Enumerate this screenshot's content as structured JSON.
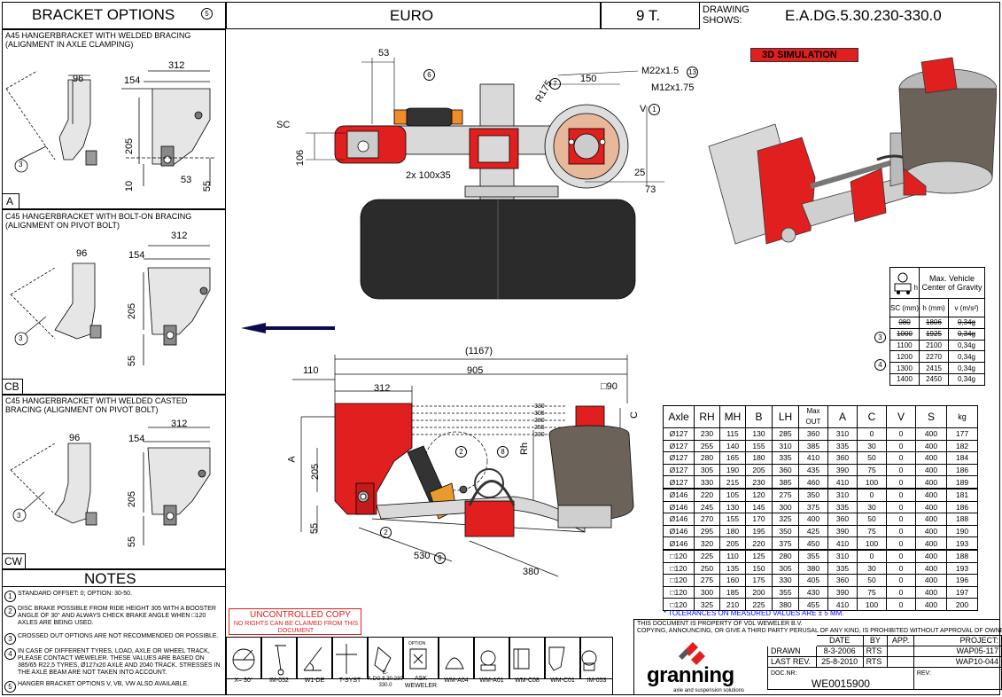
{
  "header": {
    "bracket_options": "BRACKET OPTIONS",
    "bracket_note_ref": "5",
    "region": "EURO",
    "load": "9 T.",
    "drawing_shows_label": "DRAWING SHOWS:",
    "drawing_number": "E.A.DG.5.30.230-330.0"
  },
  "brackets": [
    {
      "title": "A45 HANGERBRACKET WITH WELDED BRACING (ALIGNMENT IN AXLE CLAMPING)",
      "code": "A",
      "dims": [
        "96",
        "312",
        "154",
        "205",
        "10",
        "53",
        "55"
      ],
      "callout": "3"
    },
    {
      "title": "C45 HANGERBRACKET WITH BOLT-ON BRACING (ALIGNMENT ON PIVOT BOLT)",
      "code": "CB",
      "dims": [
        "96",
        "312",
        "154",
        "205",
        "55"
      ],
      "callout": "3"
    },
    {
      "title": "C45 HANGERBRACKET WITH WELDED CASTED BRACING (ALIGNMENT ON PIVOT BOLT)",
      "code": "CW",
      "dims": [
        "96",
        "312",
        "154",
        "205",
        "55"
      ],
      "callout": "3"
    }
  ],
  "top_view": {
    "dim_53": "53",
    "callout_6": "6",
    "sc": "SC",
    "dim_106": "106",
    "beam": "2x 100x35",
    "r175": "R175",
    "callout_7": "7",
    "dim_150": "150",
    "m22": "M22x1.5",
    "callout_13": "13",
    "m12": "M12x1.75",
    "v": "V",
    "callout_1": "1",
    "dim_25": "25",
    "dim_73": "73"
  },
  "sim_label": "3D SIMULATION",
  "vehicle_cog": {
    "title": "Max. Vehicle Center of Gravity",
    "h_label": "h",
    "headers": [
      "SC (mm)",
      "h (mm)",
      "v (m/s²)"
    ],
    "rows": [
      [
        "080",
        "1806",
        "0,34g"
      ],
      [
        "1000",
        "1925",
        "0,34g"
      ],
      [
        "1100",
        "2100",
        "0,34g"
      ],
      [
        "1200",
        "2270",
        "0,34g"
      ],
      [
        "1300",
        "2415",
        "0,34g"
      ],
      [
        "1400",
        "2450",
        "0,34g"
      ]
    ],
    "callout_3": "3",
    "callout_4": "4"
  },
  "side_view": {
    "dim_1167": "(1167)",
    "dim_110": "110",
    "dim_905": "905",
    "dim_312": "312",
    "dim_90": "90",
    "heights": [
      "330",
      "305",
      "280",
      "255",
      "230"
    ],
    "c": "C",
    "a": "A",
    "rh": "Rh",
    "dim_205": "205",
    "dim_55": "55",
    "callout_2": "2",
    "callout_8": "8",
    "callout_2b": "2",
    "dim_530": "530",
    "callout_9": "9",
    "dim_380": "380"
  },
  "spec_table": {
    "headers": [
      "Axle",
      "RH",
      "MH",
      "B",
      "LH",
      "Max OUT",
      "A",
      "C",
      "V",
      "S",
      "kg"
    ],
    "rows": [
      [
        "Ø127",
        "230",
        "115",
        "130",
        "285",
        "360",
        "310",
        "0",
        "0",
        "400",
        "177"
      ],
      [
        "Ø127",
        "255",
        "140",
        "155",
        "310",
        "385",
        "335",
        "30",
        "0",
        "400",
        "182"
      ],
      [
        "Ø127",
        "280",
        "165",
        "180",
        "335",
        "410",
        "360",
        "50",
        "0",
        "400",
        "184"
      ],
      [
        "Ø127",
        "305",
        "190",
        "205",
        "360",
        "435",
        "390",
        "75",
        "0",
        "400",
        "186"
      ],
      [
        "Ø127",
        "330",
        "215",
        "230",
        "385",
        "460",
        "410",
        "100",
        "0",
        "400",
        "189"
      ],
      [
        "Ø146",
        "220",
        "105",
        "120",
        "275",
        "350",
        "310",
        "0",
        "0",
        "400",
        "181"
      ],
      [
        "Ø146",
        "245",
        "130",
        "145",
        "300",
        "375",
        "335",
        "30",
        "0",
        "400",
        "186"
      ],
      [
        "Ø146",
        "270",
        "155",
        "170",
        "325",
        "400",
        "360",
        "50",
        "0",
        "400",
        "188"
      ],
      [
        "Ø146",
        "295",
        "180",
        "195",
        "350",
        "425",
        "390",
        "75",
        "0",
        "400",
        "190"
      ],
      [
        "Ø146",
        "320",
        "205",
        "220",
        "375",
        "450",
        "410",
        "100",
        "0",
        "400",
        "193"
      ],
      [
        "□120",
        "225",
        "110",
        "125",
        "280",
        "355",
        "310",
        "0",
        "0",
        "400",
        "188"
      ],
      [
        "□120",
        "250",
        "135",
        "150",
        "305",
        "380",
        "335",
        "30",
        "0",
        "400",
        "193"
      ],
      [
        "□120",
        "275",
        "160",
        "175",
        "330",
        "405",
        "360",
        "50",
        "0",
        "400",
        "196"
      ],
      [
        "□120",
        "300",
        "185",
        "200",
        "355",
        "430",
        "390",
        "75",
        "0",
        "400",
        "197"
      ],
      [
        "□120",
        "325",
        "210",
        "225",
        "380",
        "455",
        "410",
        "100",
        "0",
        "400",
        "200"
      ]
    ],
    "tolerance": "* TOLERANCES ON MEASURED VALUES ARE ± 5 MM."
  },
  "notes": {
    "title": "NOTES",
    "items": [
      {
        "num": "1",
        "text": "STANDARD OFFSET: 0; OPTION: 30-50."
      },
      {
        "num": "2",
        "text": "DISC BRAKE POSSIBLE FROM RIDE HEIGHT 305 WITH A BOOSTER ANGLE OF 30° AND ALWAYS CHECK BRAKE ANGLE WHEN □120 AXLES ARE BEING USED."
      },
      {
        "num": "3",
        "text": "CROSSED OUT OPTIONS ARE NOT RECOMMENDED OR POSSIBLE."
      },
      {
        "num": "4",
        "text": "IN CASE OF DIFFERENT TYRES, LOAD, AXLE OR WHEEL TRACK, PLEASE CONTACT WEWELER. THESE VALUES ARE BASED ON 385/65 R22,5 TYRES, Ø127x20 AXLE AND 2040 TRACK. STRESSES IN THE AXLE BEAM ARE NOT TAKEN INTO ACCOUNT."
      },
      {
        "num": "5",
        "text": "HANGER BRACKET OPTIONS V, VB, VW ALSO AVAILABLE."
      }
    ]
  },
  "uncontrolled": {
    "title": "UNCONTROLLED COPY",
    "sub": "NO RIGHTS CAN BE CLAIMED FROM THIS DOCUMENT"
  },
  "icons": {
    "labels": [
      "X= 30°",
      "IM-052",
      "W1-DE",
      "T-SYST",
      "E-A.DG.5.30.230-330.0",
      "ASK WEWELER",
      "WM-A04",
      "WM-A01",
      "WM-C08",
      "WM-C01",
      "IM-053"
    ],
    "option_tag": "OPTION"
  },
  "title_block": {
    "property": "THIS DOCUMENT IS PROPERTY OF VDL WEWELER B.V.",
    "copy": "COPYING, ANNOUNCING, OR GIVE A THIRD PARTY PERUSAL OF ANY KIND, IS PROHIBITED WITHOUT APPROVAL OF OWNER",
    "col_date": "DATE",
    "col_by": "BY",
    "col_app": "APP.",
    "col_project": "PROJECT:",
    "drawn_label": "DRAWN",
    "drawn_date": "8-3-2006",
    "drawn_by": "RTS",
    "drawn_project": "WAP05-117",
    "lastrev_label": "LAST REV.",
    "lastrev_date": "25-8-2010",
    "lastrev_by": "RTS",
    "lastrev_project": "WAP10-044",
    "docnr_label": "DOC.NR:",
    "docnr": "WE0015900",
    "rev_label": "REV:",
    "brand": "granning",
    "brand_sub": "axle and suspension solutions"
  },
  "colors": {
    "red": "#e21f1f",
    "black": "#000000",
    "tire": "#2b2b2b",
    "grey": "#bdbdbd",
    "link_blue": "#0000ff"
  }
}
